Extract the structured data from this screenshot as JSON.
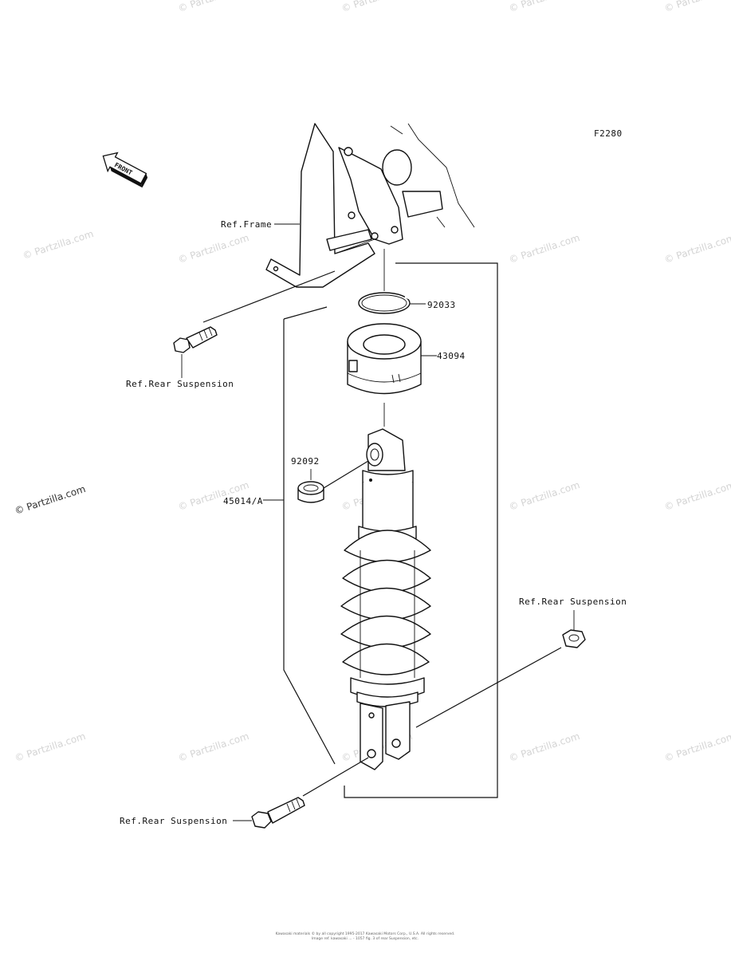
{
  "diagram_code": "F2280",
  "front_badge": "FRONT",
  "labels": {
    "ref_frame": "Ref.Frame",
    "ref_rear_suspension_top": "Ref.Rear Suspension",
    "ref_rear_suspension_right": "Ref.Rear Suspension",
    "ref_rear_suspension_bottom": "Ref.Rear Suspension",
    "part_92033": "92033",
    "part_43094": "43094",
    "part_92092": "92092",
    "part_45014": "45014/A"
  },
  "watermark": "© Partzilla.com",
  "footer": {
    "line1": "Kawasaki materials © by all copyright 1995-2017 Kawasaki Motors Corp., U.S.A. All rights reserved.",
    "line2": "Image ref. kawasaki ... - 1057 fig. 3 of rear Suspension, etc."
  }
}
